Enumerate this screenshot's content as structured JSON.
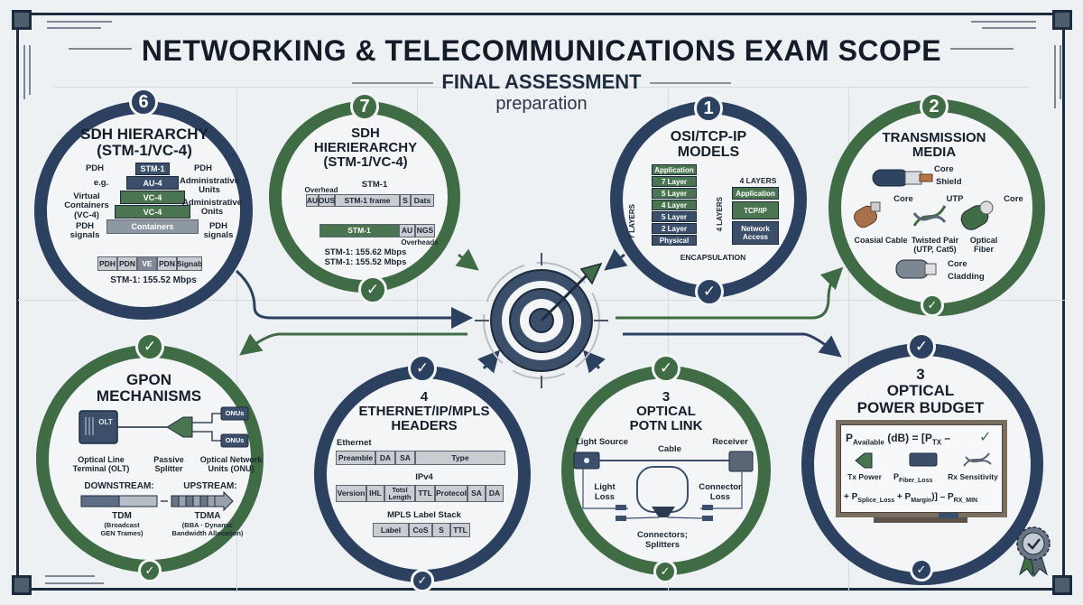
{
  "header": {
    "title": "NETWORKING & TELECOMMUNICATIONS EXAM SCOPE",
    "subtitle": "FINAL ASSESSMENT",
    "subtitle2": "preparation"
  },
  "colors": {
    "navy": "#2c4160",
    "green": "#3f6b45",
    "background": "#eef1f3"
  },
  "center": {
    "icon": "target-bullseye-icon"
  },
  "topics": {
    "sdh6": {
      "badge": "6",
      "title_line1": "SDH HIERARCHY",
      "title_line2": "(STM-1/VC-4)",
      "pyramid": [
        "STM-1",
        "AU-4",
        "VC-4",
        "VC-4",
        "Containers"
      ],
      "left_labels": [
        "PDH",
        "e.g.",
        "Virtual Containers (VC-4)",
        "PDH signals"
      ],
      "right_labels": [
        "PDH",
        "Administrative Units",
        "Administrative Onits",
        "PDH signals"
      ],
      "bottom_cells": [
        "PDH",
        "PDN",
        "VE",
        "PDN",
        "Signab"
      ],
      "rate": "STM-1: 155.52 Mbps"
    },
    "sdh7": {
      "badge": "7",
      "title_line1": "SDH",
      "title_line2": "HIERIERARCHY",
      "title_line3": "(STM-1/VC-4)",
      "frame_label": "STM-1",
      "overhead_label": "Overhead",
      "frame_cells": [
        "AU",
        "OUS",
        "STM-1 frame",
        "S",
        "Dats"
      ],
      "lower_cells": [
        "STM-1",
        "AU",
        "NGS"
      ],
      "overheads_label": "Overheads",
      "rate1": "STM-1: 155.62 Mbps",
      "rate2": "STM-1: 155.52 Mbps"
    },
    "osi": {
      "badge": "1",
      "title_line1": "OSI/TCP-IP",
      "title_line2": "MODELS",
      "osi_side": "7 LAYERS",
      "osi_layers": [
        "Application",
        "7 Layer",
        "5 Layer",
        "4 Layer",
        "5 Layer",
        "2 Layer",
        "Physical"
      ],
      "tcp_heading": "4 LAYERS",
      "tcp_side": "4 LAYERS",
      "tcp_layers": [
        "Application",
        "TCP/IP",
        "Network Access"
      ],
      "footer": "ENCAPSULATION"
    },
    "media": {
      "badge": "2",
      "title_line1": "TRANSMISSION",
      "title_line2": "MEDIA",
      "top_cable": [
        "Core",
        "Shield"
      ],
      "coax": {
        "tag": "Core",
        "label": "Coasial Cable"
      },
      "twisted": {
        "tag": "UTP",
        "label1": "Twisted Pair",
        "label2": "(UTP, Cat5)"
      },
      "fiber": {
        "tag": "Core",
        "label1": "Optical",
        "label2": "Fiber"
      },
      "bottom_cable": [
        "Core",
        "Cladding"
      ]
    },
    "gpon": {
      "title_line1": "GPON",
      "title_line2": "MECHANISMS",
      "olt": "OLT",
      "onu": [
        "ONUs",
        "ONUs"
      ],
      "olt_label1": "Optical Line",
      "olt_label2": "Terminal (OLT)",
      "splitter_label1": "Passive",
      "splitter_label2": "Splitter",
      "onu_label1": "Optical Network",
      "onu_label2": "Units (ONU)",
      "downstream": "DOWNSTREAM:",
      "upstream": "UPSTREAM:",
      "tdm": "TDM",
      "tdm_sub1": "(Broadcast",
      "tdm_sub2": "GEN Trames)",
      "tdma": "TDMA",
      "tdma_sub1": "(BBA · Dynamic",
      "tdma_sub2": "Bandwidth Allocation)"
    },
    "headers": {
      "badge": "4",
      "title_line1": "ETHERNET/IP/MPLS",
      "title_line2": "HEADERS",
      "ethernet_label": "Ethernet",
      "ethernet_cells": [
        "Preamble",
        "DA",
        "SA",
        "Type"
      ],
      "ipv4_label": "IPv4",
      "ipv4_cells": [
        "Version",
        "IHL",
        "Totsl Length",
        "TTL",
        "Protecol",
        "SA",
        "DA"
      ],
      "mpls_label": "MPLS Label Stack",
      "mpls_cells": [
        "Label",
        "CoS",
        "S",
        "TTL"
      ]
    },
    "optlink": {
      "badge": "3",
      "title_line1": "OPTICAL",
      "title_line2": "POTN LINK",
      "source": "Light Source",
      "receiver": "Receiver",
      "cable": "Cable",
      "light_loss1": "Light",
      "light_loss2": "Loss",
      "conn_loss1": "Connector",
      "conn_loss2": "Loss",
      "splitters1": "Connectors;",
      "splitters2": "Splitters"
    },
    "budget": {
      "badge": "3",
      "title_line1": "OPTICAL",
      "title_line2": "POWER BUDGET",
      "formula_line1_a": "P",
      "formula_line1_sub": "Available",
      "formula_line1_b": " (dB) = [P",
      "formula_line1_sub2": "TX",
      "formula_line1_c": " –",
      "tx_label": "Tx Power",
      "fiber_label_p": "P",
      "fiber_label_sub": "Fiber_Loss",
      "rx_label": "Rx Sensitivity",
      "formula_line2_a": "+ P",
      "formula_line2_sub1": "Splice_Loss",
      "formula_line2_b": " + P",
      "formula_line2_sub2": "Margin",
      "formula_line2_c": ")] – P",
      "formula_line2_sub3": "RX_MIN"
    }
  }
}
